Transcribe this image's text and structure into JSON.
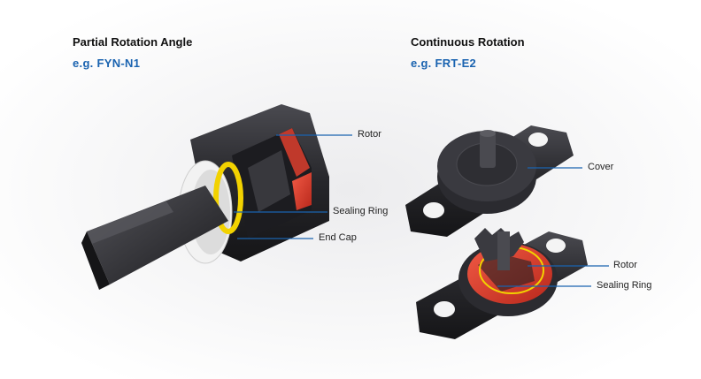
{
  "left": {
    "title": "Partial Rotation Angle",
    "example": "e.g. FYN-N1",
    "labels": {
      "rotor": "Rotor",
      "sealing_ring": "Sealing Ring",
      "end_cap": "End Cap"
    }
  },
  "right": {
    "title": "Continuous Rotation",
    "example": "e.g. FRT-E2",
    "labels": {
      "cover": "Cover",
      "rotor": "Rotor",
      "sealing_ring": "Sealing Ring"
    }
  },
  "colors": {
    "example_text": "#1a63b0",
    "callout_line": "#1a63b0",
    "body": "#2a2a2e",
    "seal_ring": "#f2d200",
    "fluid": "#e0392b",
    "end_cap": "#f2f2f2"
  }
}
